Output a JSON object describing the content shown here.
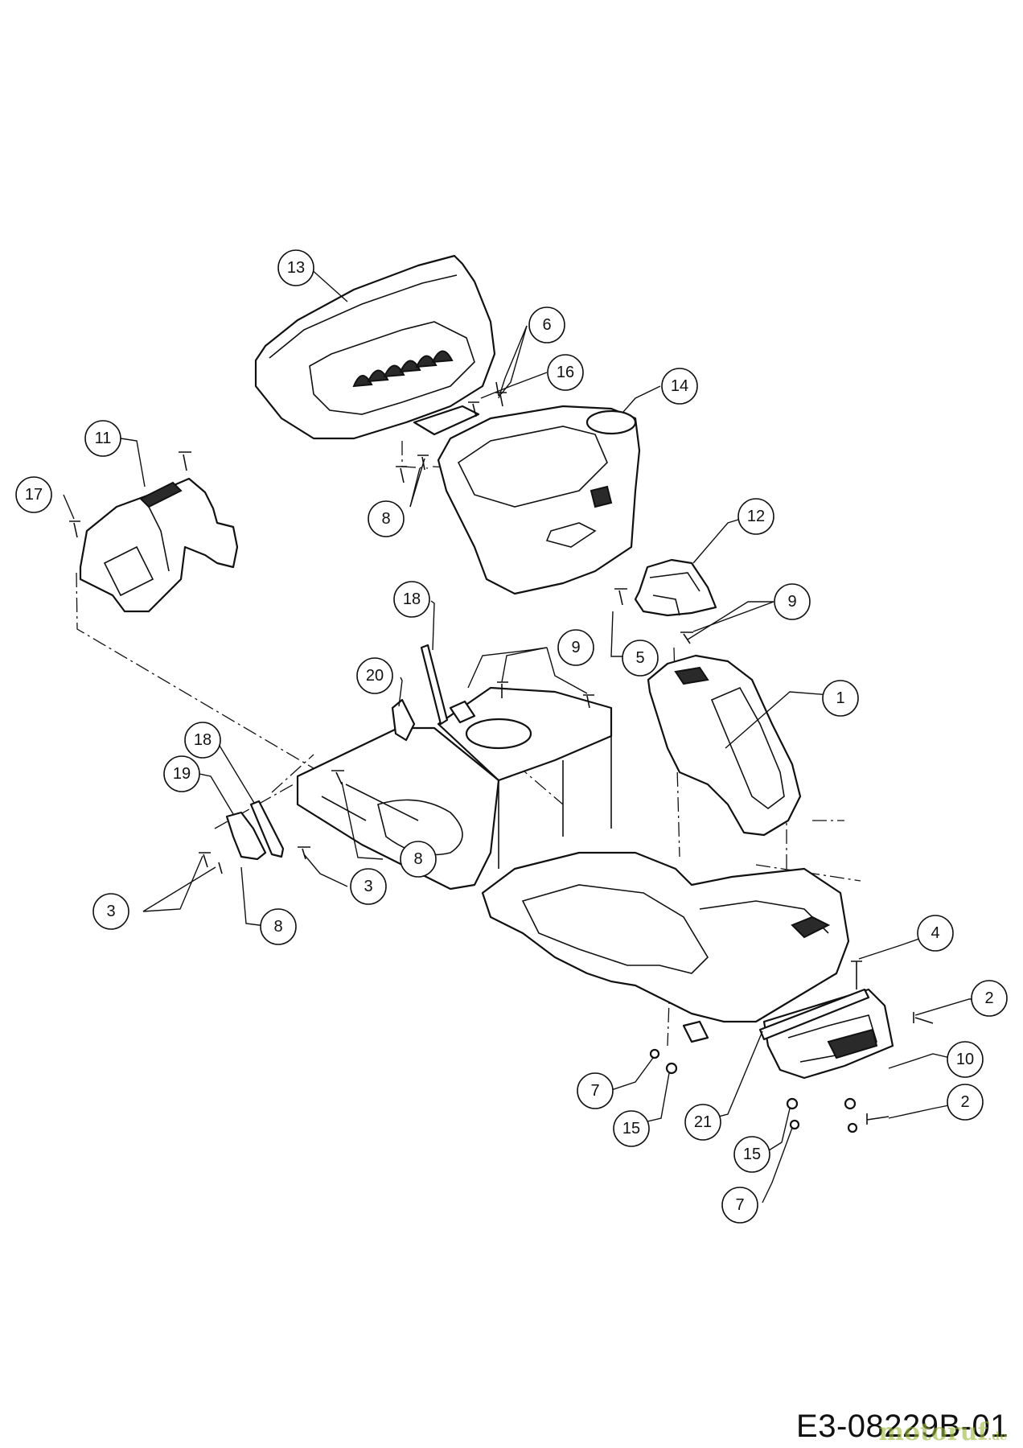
{
  "drawing_number": "E3-08229B-01",
  "watermark": {
    "name": "motoruf",
    "tld": ".de"
  },
  "callouts": [
    {
      "id": "c13a",
      "label": "13"
    },
    {
      "id": "c6",
      "label": "6"
    },
    {
      "id": "c16",
      "label": "16"
    },
    {
      "id": "c14",
      "label": "14"
    },
    {
      "id": "c11",
      "label": "11"
    },
    {
      "id": "c17",
      "label": "17"
    },
    {
      "id": "c8a",
      "label": "8"
    },
    {
      "id": "c12",
      "label": "12"
    },
    {
      "id": "c9a",
      "label": "9"
    },
    {
      "id": "c18a",
      "label": "18"
    },
    {
      "id": "c5",
      "label": "5"
    },
    {
      "id": "c9b",
      "label": "9"
    },
    {
      "id": "c20",
      "label": "20"
    },
    {
      "id": "c1",
      "label": "1"
    },
    {
      "id": "c18b",
      "label": "18"
    },
    {
      "id": "c8b",
      "label": "8"
    },
    {
      "id": "c19",
      "label": "19"
    },
    {
      "id": "c3a",
      "label": "3"
    },
    {
      "id": "c3b",
      "label": "3"
    },
    {
      "id": "c8c",
      "label": "8"
    },
    {
      "id": "c4",
      "label": "4"
    },
    {
      "id": "c2a",
      "label": "2"
    },
    {
      "id": "c10",
      "label": "10"
    },
    {
      "id": "c7a",
      "label": "7"
    },
    {
      "id": "c15a",
      "label": "15"
    },
    {
      "id": "c21",
      "label": "21"
    },
    {
      "id": "c2b",
      "label": "2"
    },
    {
      "id": "c15b",
      "label": "15"
    },
    {
      "id": "c7b",
      "label": "7"
    }
  ]
}
